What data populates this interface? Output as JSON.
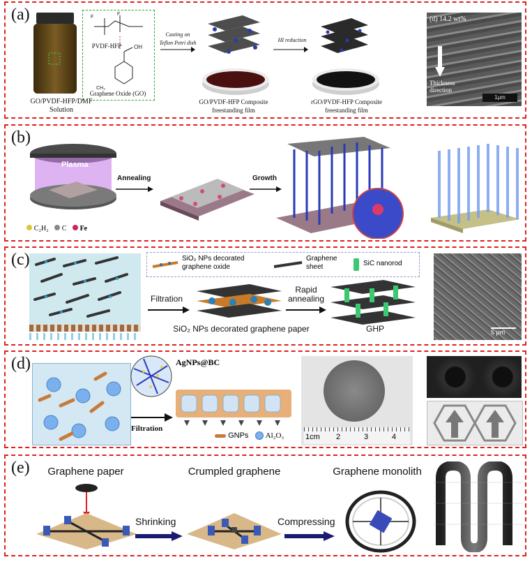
{
  "panels": {
    "a": {
      "tag": "(a)",
      "solution_label": "GO/PVDF-HFP/DMF\nSolution",
      "polymer_name": "PVDF-HFP",
      "go_name": "Graphene Oxide (GO)",
      "step1": "Casting on\nTeflon Petri dish",
      "step2": "HI reduction",
      "film1_label": "GO/PVDF-HFP Composite\nfreestanding film",
      "film2_label": "rGO/PVDF-HFP Composite\nfreestanding film",
      "sem_label": "(d) 14.2 wt%",
      "sem_arrow_label": "Thickness\ndirection",
      "sem_scale": "1μm"
    },
    "b": {
      "tag": "(b)",
      "plasma_label": "Plasma",
      "step1": "Annealing",
      "step2": "Growth",
      "legend": [
        "C₂H₂",
        "C",
        "Fe"
      ]
    },
    "c": {
      "tag": "(c)",
      "legend_sio2": "SiO₂ NPs decorated\ngraphene oxide",
      "legend_sheet": "Graphene\nsheet",
      "legend_sic": "SiC nanorod",
      "step1": "Filtration",
      "step2": "Rapid\nannealing",
      "paper_label": "SiO₂ NPs decorated graphene paper",
      "ghp_label": "GHP",
      "sem_scale": "5 μm"
    },
    "d": {
      "tag": "(d)",
      "inset_label": "AgNPs@BC",
      "step1": "Filtration",
      "legend": [
        "GNPs",
        "Al₂O₃"
      ],
      "ruler_labels": [
        "1cm",
        "2",
        "3",
        "4"
      ]
    },
    "e": {
      "tag": "(e)",
      "stage1": "Graphene paper",
      "stage2": "Crumpled graphene",
      "stage3": "Graphene monolith",
      "step1": "Shrinking",
      "step2": "Compressing"
    }
  }
}
